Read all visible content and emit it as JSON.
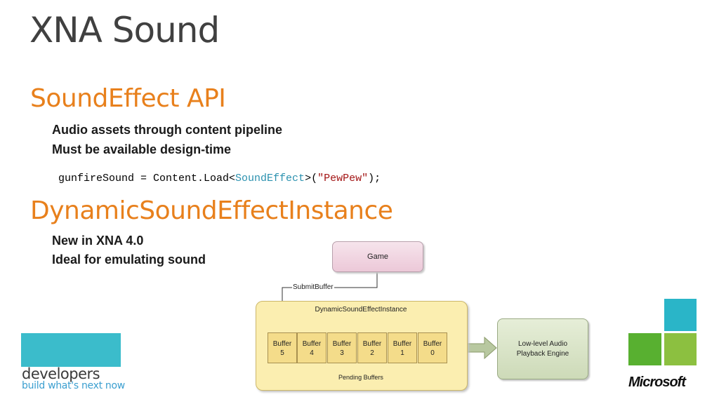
{
  "slide": {
    "title": "XNA Sound",
    "section1": {
      "heading": "SoundEffect API",
      "bullets": [
        "Audio assets through content pipeline",
        "Must be available design-time"
      ],
      "code": {
        "prefix": "gunfireSound = Content.Load<",
        "type": "SoundEffect",
        "middle": ">(",
        "string": "\"PewPew\"",
        "suffix": ");"
      }
    },
    "section2": {
      "heading": "DynamicSoundEffectInstance",
      "bullets": [
        "New in XNA 4.0",
        "Ideal for emulating sound"
      ]
    }
  },
  "diagram": {
    "game": "Game",
    "submit_buffer": "SubmitBuffer",
    "container": "DynamicSoundEffectInstance",
    "buffers": [
      {
        "line1": "Buffer",
        "line2": "5"
      },
      {
        "line1": "Buffer",
        "line2": "4"
      },
      {
        "line1": "Buffer",
        "line2": "3"
      },
      {
        "line1": "Buffer",
        "line2": "2"
      },
      {
        "line1": "Buffer",
        "line2": "1"
      },
      {
        "line1": "Buffer",
        "line2": "0"
      }
    ],
    "pending": "Pending Buffers",
    "engine": {
      "line1": "Low-level Audio",
      "line2": "Playback Engine"
    }
  },
  "branding": {
    "developers": "developers",
    "tagline": "build what's next now",
    "company": "Microsoft",
    "colors": {
      "teal": "#2ab5c8",
      "green": "#7ab530",
      "orange": "#e8801c"
    }
  }
}
